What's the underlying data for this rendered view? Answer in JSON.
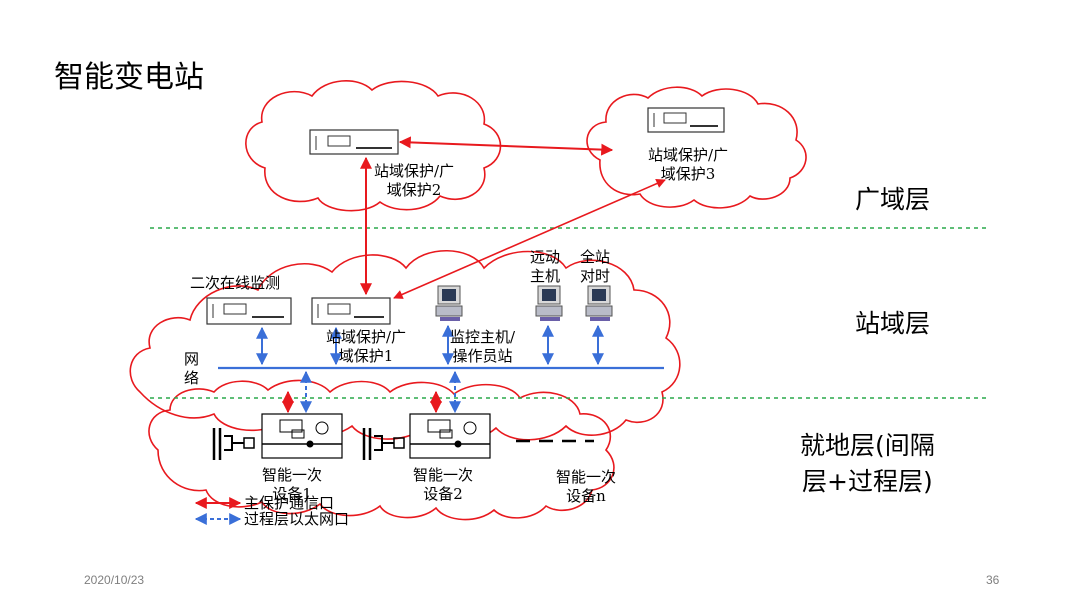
{
  "title": "智能变电站",
  "layers": {
    "wide_area": "广域层",
    "station": "站域层",
    "local_line1": "就地层(间隔",
    "local_line2": "层+过程层)"
  },
  "nodes": {
    "protection2": {
      "line1": "站域保护/广",
      "line2": "域保护2"
    },
    "protection3": {
      "line1": "站域保护/广",
      "line2": "域保护3"
    },
    "online_monitor": "二次在线监测",
    "protection1": {
      "line1": "站域保护/广",
      "line2": "域保护1"
    },
    "monitor_host": {
      "line1": "监控主机/",
      "line2": "操作员站"
    },
    "telecontrol": {
      "line1": "远动",
      "line2": "主机"
    },
    "time_sync": {
      "line1": "全站",
      "line2": "对时"
    },
    "network": {
      "line1": "网",
      "line2": "络"
    },
    "device1": {
      "line1": "智能一次",
      "line2": "设备1"
    },
    "device2": {
      "line1": "智能一次",
      "line2": "设备2"
    },
    "devicen": {
      "line1": "智能一次",
      "line2": "设备n"
    }
  },
  "legend": {
    "red": "主保护通信口",
    "blue": "过程层以太网口"
  },
  "colors": {
    "red": "#e8191e",
    "blue": "#3a6fd8",
    "divider": "#2aa84a"
  },
  "footer": {
    "date": "2020/10/23",
    "page": "36"
  }
}
